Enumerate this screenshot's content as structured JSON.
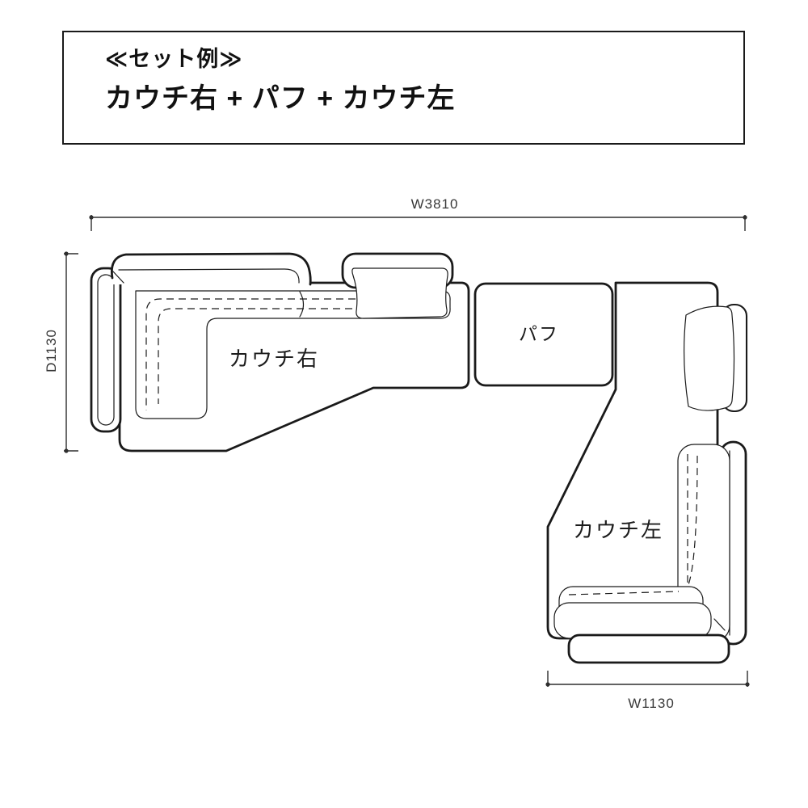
{
  "header": {
    "subtitle": "≪セット例≫",
    "title": "カウチ右 + パフ + カウチ左"
  },
  "diagram": {
    "dimensions": {
      "total_width": "W3810",
      "depth": "D1130",
      "couch_left_width": "W1130"
    },
    "pieces": {
      "couch_right": "カウチ右",
      "pouf": "パフ",
      "couch_left": "カウチ左"
    },
    "colors": {
      "line": "#1a1a1a",
      "dimension_line": "#2e2e2e",
      "dimension_text": "#383838",
      "background": "#ffffff"
    }
  }
}
